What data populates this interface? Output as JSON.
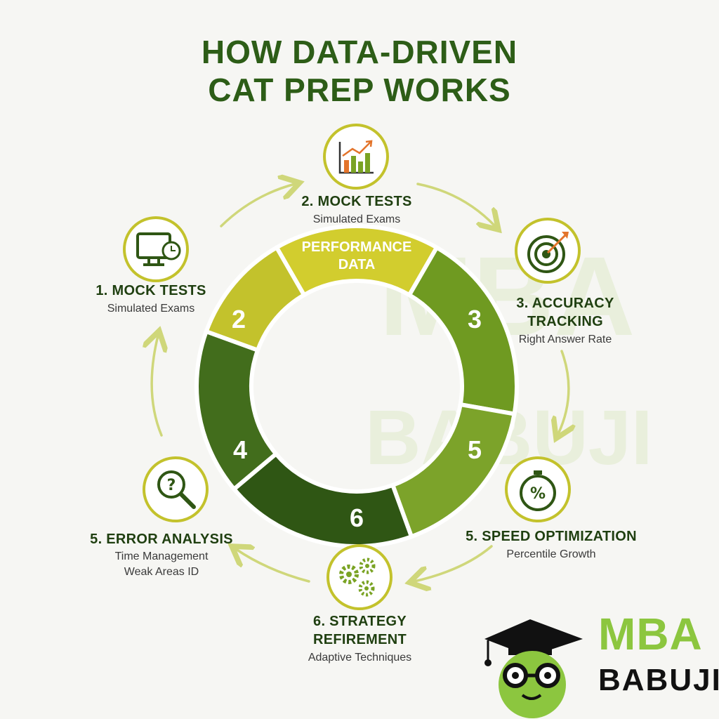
{
  "title": {
    "line1": "HOW DATA-DRIVEN",
    "line2": "CAT PREP WORKS"
  },
  "ring": {
    "center_label_line1": "PERFORMANCE",
    "center_label_line2": "DATA",
    "segments": [
      {
        "number": "2",
        "color": "#c3c22c"
      },
      {
        "number": "3",
        "color": "#6f9a21"
      },
      {
        "number": "5",
        "color": "#7ca32a"
      },
      {
        "number": "6",
        "color": "#2f5614"
      },
      {
        "number": "4",
        "color": "#426d1c"
      }
    ]
  },
  "steps": {
    "mock_tests_top": {
      "title": "2. MOCK TESTS",
      "subtitle": "Simulated Exams",
      "icon": "bar-chart-icon"
    },
    "accuracy": {
      "title_line1": "3. ACCURACY",
      "title_line2": "TRACKING",
      "subtitle": "Right Answer Rate",
      "icon": "target-icon"
    },
    "speed": {
      "title": "5. SPEED OPTIMIZATION",
      "subtitle": "Percentile Growth",
      "icon": "stopwatch-percent-icon"
    },
    "strategy": {
      "title_line1": "6. STRATEGY",
      "title_line2": "REFIREMENT",
      "subtitle": "Adaptive Techniques",
      "icon": "gears-icon"
    },
    "error": {
      "title": "5. ERROR ANALYSIS",
      "subtitle_line1": "Time Management",
      "subtitle_line2": "Weak Areas ID",
      "icon": "magnifier-question-icon"
    },
    "mock_tests_left": {
      "title": "1. MOCK TESTS",
      "subtitle": "Simulated Exams",
      "icon": "monitor-clock-icon"
    }
  },
  "logo": {
    "line1": "MBA",
    "line2": "BABUJI"
  },
  "watermark": {
    "line1": "MBA",
    "line2": "BABUJI"
  },
  "colors": {
    "title": "#2d5d17",
    "accent": "#8cc63f",
    "ring_light": "#c3c22c",
    "ring_dark": "#2f5614",
    "arrow": "#cfd77a"
  }
}
